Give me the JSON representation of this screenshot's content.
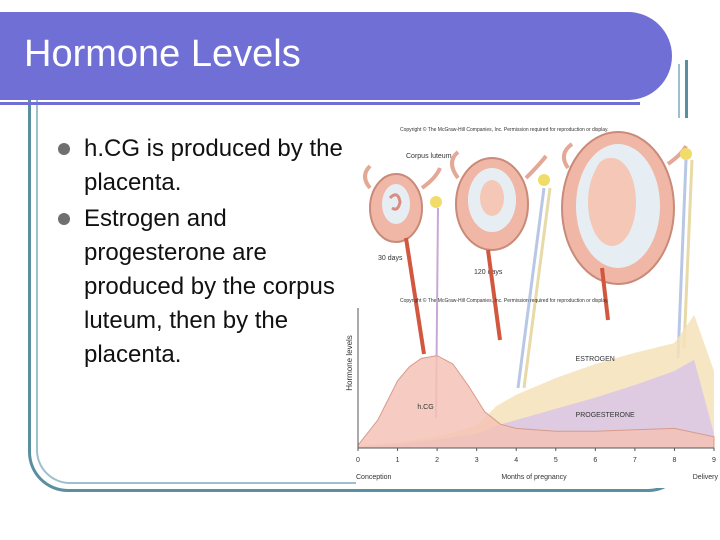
{
  "slide": {
    "title": "Hormone Levels",
    "bullets": [
      "h.CG is produced by the placenta.",
      "Estrogen and progesterone are produced by the corpus luteum, then by the placenta."
    ]
  },
  "figure": {
    "copyright_top": "Copyright © The McGraw-Hill Companies, Inc. Permission required for reproduction or display.",
    "copyright_bottom": "Copyright © The McGraw-Hill Companies, Inc. Permission required for reproduction or display.",
    "label_corpus_luteum": "Corpus luteum",
    "label_30_days": "30 days",
    "label_120_days": "120 days",
    "curve_labels": {
      "hcg": "h.CG",
      "estrogen": "ESTROGEN",
      "progesterone": "PROGESTERONE"
    }
  },
  "chart_data": {
    "type": "area",
    "title": "",
    "xlabel": "Months of pregnancy",
    "ylabel": "Hormone levels",
    "x_ticks": [
      "0",
      "1",
      "2",
      "3",
      "4",
      "5",
      "6",
      "7",
      "8",
      "9"
    ],
    "x_start_label": "Conception",
    "x_end_label": "Delivery",
    "xlim": [
      0,
      9
    ],
    "ylim": [
      0,
      1
    ],
    "colors": {
      "hcg": "#f5c2b6",
      "estrogen": "#f6e2b8",
      "progesterone": "#d9c6e6",
      "hcg_line": "#d99a8a"
    },
    "series": [
      {
        "name": "h.CG",
        "x": [
          0,
          0.5,
          1,
          1.3,
          1.6,
          2,
          2.4,
          2.8,
          3.2,
          3.6,
          4,
          5,
          6,
          7,
          8,
          9
        ],
        "y": [
          0.02,
          0.2,
          0.48,
          0.58,
          0.64,
          0.66,
          0.6,
          0.44,
          0.26,
          0.17,
          0.14,
          0.12,
          0.12,
          0.13,
          0.14,
          0.08
        ]
      },
      {
        "name": "ESTROGEN",
        "x": [
          0,
          1,
          2,
          3,
          3.5,
          4,
          5,
          6,
          7,
          8,
          8.5,
          9
        ],
        "y": [
          0.02,
          0.04,
          0.08,
          0.16,
          0.3,
          0.38,
          0.5,
          0.6,
          0.68,
          0.75,
          0.95,
          0.55
        ]
      },
      {
        "name": "PROGESTERONE",
        "x": [
          0,
          1,
          2,
          3,
          3.5,
          4,
          5,
          6,
          7,
          8,
          8.5,
          9
        ],
        "y": [
          0.01,
          0.03,
          0.06,
          0.1,
          0.16,
          0.2,
          0.28,
          0.36,
          0.45,
          0.55,
          0.63,
          0.1
        ]
      }
    ]
  }
}
